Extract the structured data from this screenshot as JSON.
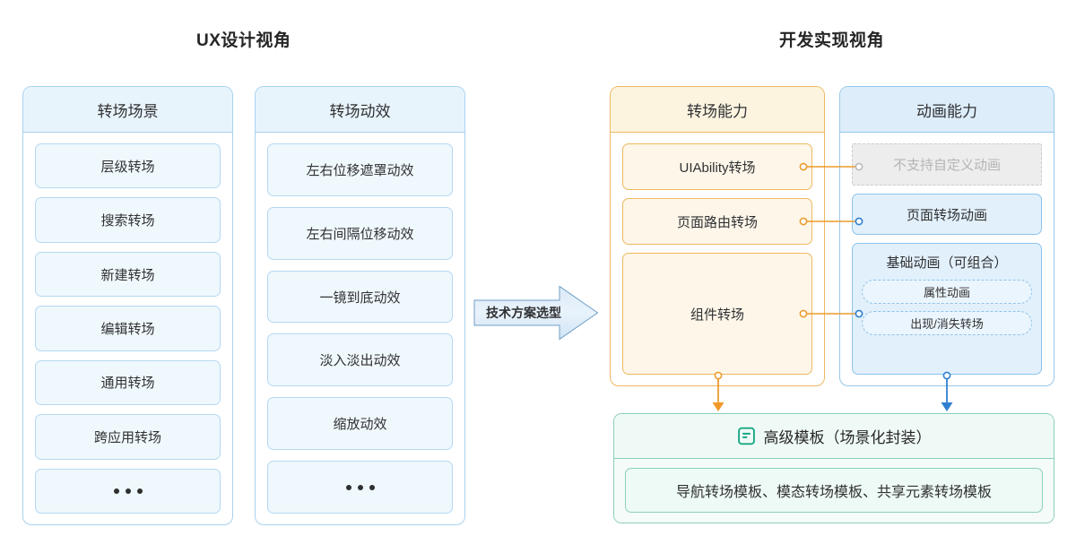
{
  "titles": {
    "ux": "UX设计视角",
    "dev": "开发实现视角"
  },
  "arrow": {
    "label": "技术方案选型"
  },
  "ux": {
    "scene_panel": {
      "header": "转场场景",
      "items": [
        {
          "label": "层级转场"
        },
        {
          "label": "搜索转场"
        },
        {
          "label": "新建转场"
        },
        {
          "label": "编辑转场"
        },
        {
          "label": "通用转场"
        },
        {
          "label": "跨应用转场"
        },
        {
          "label": "..."
        }
      ]
    },
    "effect_panel": {
      "header": "转场动效",
      "items": [
        {
          "label": "左右位移遮罩动效"
        },
        {
          "label": "左右间隔位移动效"
        },
        {
          "label": "一镜到底动效"
        },
        {
          "label": "淡入淡出动效"
        },
        {
          "label": "缩放动效"
        },
        {
          "label": "..."
        }
      ]
    }
  },
  "dev": {
    "transition_panel": {
      "header": "转场能力",
      "items": [
        {
          "label": "UIAbility转场"
        },
        {
          "label": "页面路由转场"
        },
        {
          "label": "组件转场"
        }
      ]
    },
    "animation_panel": {
      "header": "动画能力",
      "disabled_item": "不支持自定义动画",
      "page_item": "页面转场动画",
      "basic_group": {
        "title": "基础动画（可组合）",
        "pills": [
          "属性动画",
          "出现/消失转场"
        ]
      }
    },
    "template_panel": {
      "icon": "document-template-icon",
      "header": "高级模板（场景化封装）",
      "body": "导航转场模板、模态转场模板、共享元素转场模板"
    }
  },
  "colors": {
    "blue_border": "#a8d2ef",
    "blue_fill": "#eff8fd",
    "blue_head": "#e8f4fc",
    "orange_border": "#eeb860",
    "orange_fill": "#fdf6e9",
    "orange_head": "#fdf4e0",
    "green_border": "#8ccfbd",
    "green_accent": "#1ba784",
    "disabled_gray": "#b5b5b5",
    "wire_orange": "#eb9b2d",
    "wire_blue": "#2f7fd1"
  }
}
